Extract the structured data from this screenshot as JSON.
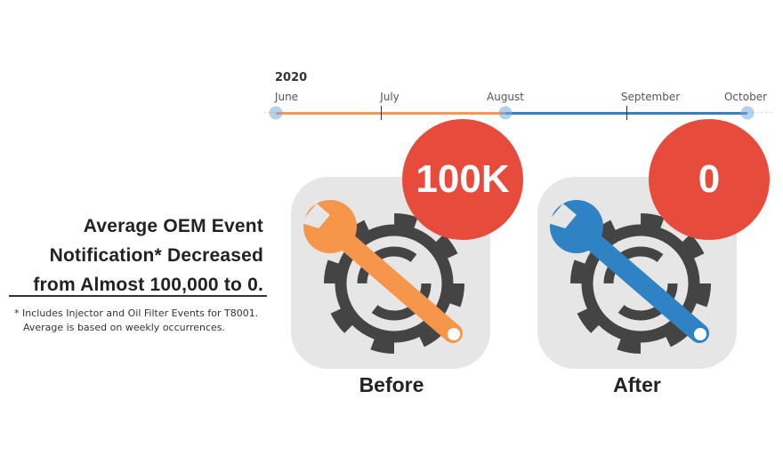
{
  "timeline": {
    "year": "2020",
    "months": [
      "June",
      "July",
      "August",
      "September",
      "October"
    ],
    "colors": {
      "before": "#f5964a",
      "after": "#2f82c4"
    }
  },
  "headline": {
    "lines": [
      "Average OEM Event",
      "Notification* Decreased",
      "from Almost 100,000 to 0."
    ]
  },
  "footnote": {
    "lines": [
      "* Includes Injector and Oil Filter Events for T8001.",
      "Average is based on weekly occurrences."
    ]
  },
  "panels": [
    {
      "label": "Before",
      "badge": "100K",
      "wrench_color": "#f5964a"
    },
    {
      "label": "After",
      "badge": "0",
      "wrench_color": "#2f82c4"
    }
  ],
  "badge_color": "#e64b3c"
}
